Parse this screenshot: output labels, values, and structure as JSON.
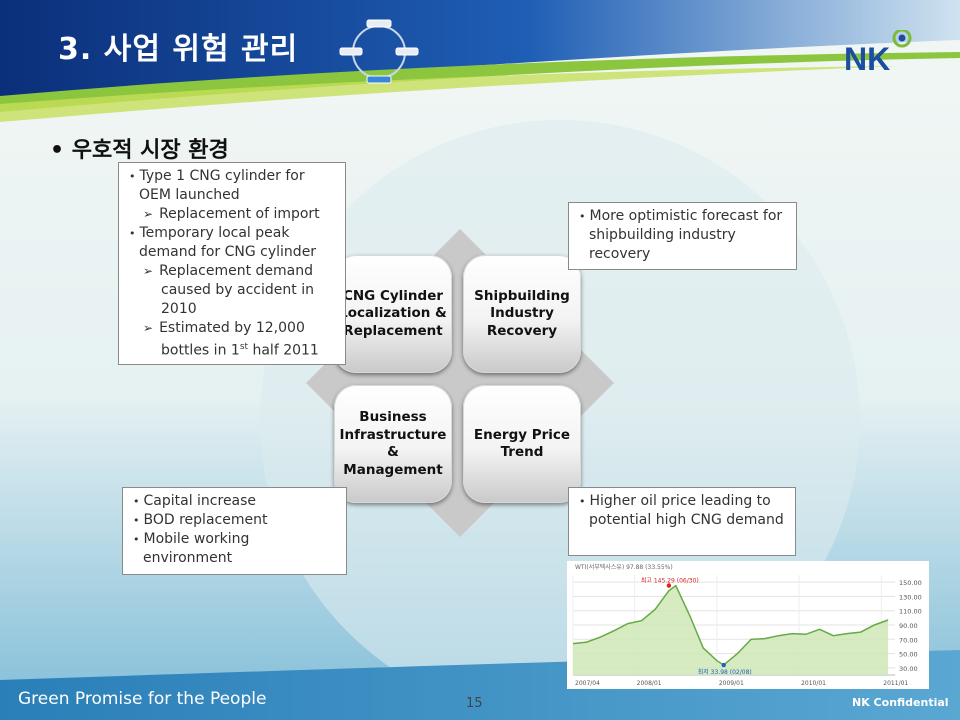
{
  "slide": {
    "title": "3. 사업 위험 관리",
    "logo_text": "NK",
    "bullet_heading": "우호적 시장 환경",
    "footer_tagline": "Green Promise for the People",
    "page_number": "15",
    "confidential": "NK Confidential"
  },
  "quadrants": {
    "top_left": "CNG Cylinder\nLocalization &\nReplacement",
    "top_right": "Shipbuilding\nIndustry\nRecovery",
    "bottom_left": "Business\nInfrastructure\n&\nManagement",
    "bottom_right": "Energy Price\nTrend"
  },
  "box_top_left": {
    "items": [
      "Type 1 CNG cylinder for OEM launched",
      "Replacement of import",
      "Temporary local peak demand for CNG cylinder",
      "Replacement demand caused by accident in 2010",
      "Estimated by 12,000 bottles in 1",
      "st",
      " half 2011"
    ]
  },
  "box_top_right": {
    "items": [
      "More optimistic forecast for shipbuilding industry recovery"
    ]
  },
  "box_bottom_left": {
    "items": [
      "Capital increase",
      "BOD replacement",
      "Mobile working environment"
    ]
  },
  "box_bottom_right": {
    "items": [
      "Higher oil price leading to potential high CNG demand"
    ]
  },
  "chart_data": {
    "type": "area",
    "legend": "WTI(서부텍사스유) 97.88 (33.55%)",
    "annotations": [
      {
        "label": "최고 145.29 (06/30)",
        "x": "2008/06",
        "y": 145.29
      },
      {
        "label": "최저 33.98 (02/08)",
        "x": "2009/02",
        "y": 33.98
      }
    ],
    "x_ticks": [
      "2007/04",
      "2008/01",
      "2009/01",
      "2010/01",
      "2011/01"
    ],
    "y_ticks": [
      150.0,
      130.0,
      110.0,
      90.0,
      70.0,
      50.0,
      30.0
    ],
    "ylim": [
      20,
      160
    ],
    "series": [
      {
        "x": [
          "2007/04",
          "2007/06",
          "2007/08",
          "2007/10",
          "2007/12",
          "2008/02",
          "2008/04",
          "2008/06",
          "2008/07",
          "2008/09",
          "2008/11",
          "2009/01",
          "2009/02",
          "2009/04",
          "2009/06",
          "2009/08",
          "2009/10",
          "2009/12",
          "2010/02",
          "2010/04",
          "2010/06",
          "2010/08",
          "2010/10",
          "2010/12",
          "2011/02"
        ],
        "values": [
          64,
          66,
          73,
          82,
          92,
          96,
          112,
          138,
          145,
          104,
          58,
          40,
          34,
          50,
          70,
          71,
          75,
          78,
          77,
          84,
          75,
          78,
          80,
          90,
          97
        ]
      }
    ],
    "grid": true,
    "colors": {
      "line": "#66aa44",
      "fill": "#cfe8b6",
      "max_marker": "#e02020",
      "min_marker": "#2060c0"
    }
  }
}
